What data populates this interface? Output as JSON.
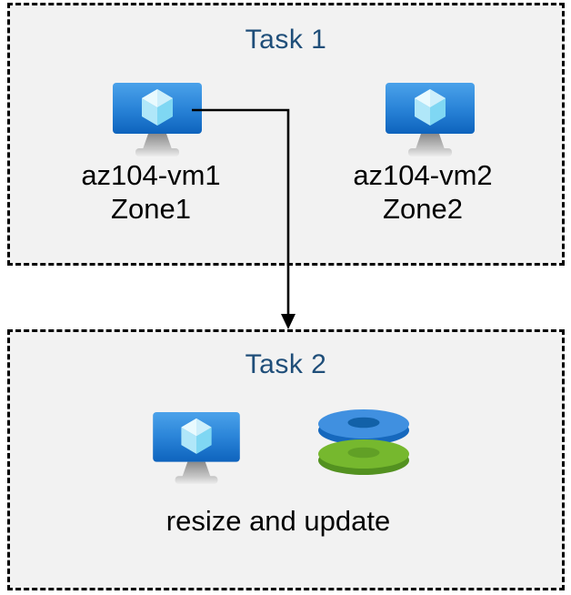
{
  "diagram": {
    "kind": "azure-lab-task-diagram",
    "task1": {
      "title": "Task 1",
      "vm1": {
        "name": "az104-vm1",
        "zone": "Zone1"
      },
      "vm2": {
        "name": "az104-vm2",
        "zone": "Zone2"
      }
    },
    "task2": {
      "title": "Task 2",
      "caption": "resize and update"
    },
    "icons": {
      "vm": "virtual-machine-icon",
      "disks": "managed-disks-icon",
      "arrow": "flow-arrow-down"
    },
    "colors": {
      "page_background": "#ffffff",
      "box_background": "#f2f2f2",
      "box_border": "#000000",
      "title_text": "#1f4e79",
      "label_text": "#000000",
      "arrow": "#000000",
      "monitor_gradient_top": "#4ba2ea",
      "monitor_gradient_bottom": "#0e63bd",
      "cube_top_face": "#dbf4fd",
      "cube_left_face": "#b0e7f9",
      "cube_right_face": "#84daf4",
      "stand_gray": "#a9a9a9",
      "disk_blue_top": "#4090e0",
      "disk_blue_side": "#1668bd",
      "disk_blue_hole": "#1261a8",
      "disk_green_top": "#76b82e",
      "disk_green_side": "#539120",
      "disk_green_hole": "#61a026"
    }
  }
}
